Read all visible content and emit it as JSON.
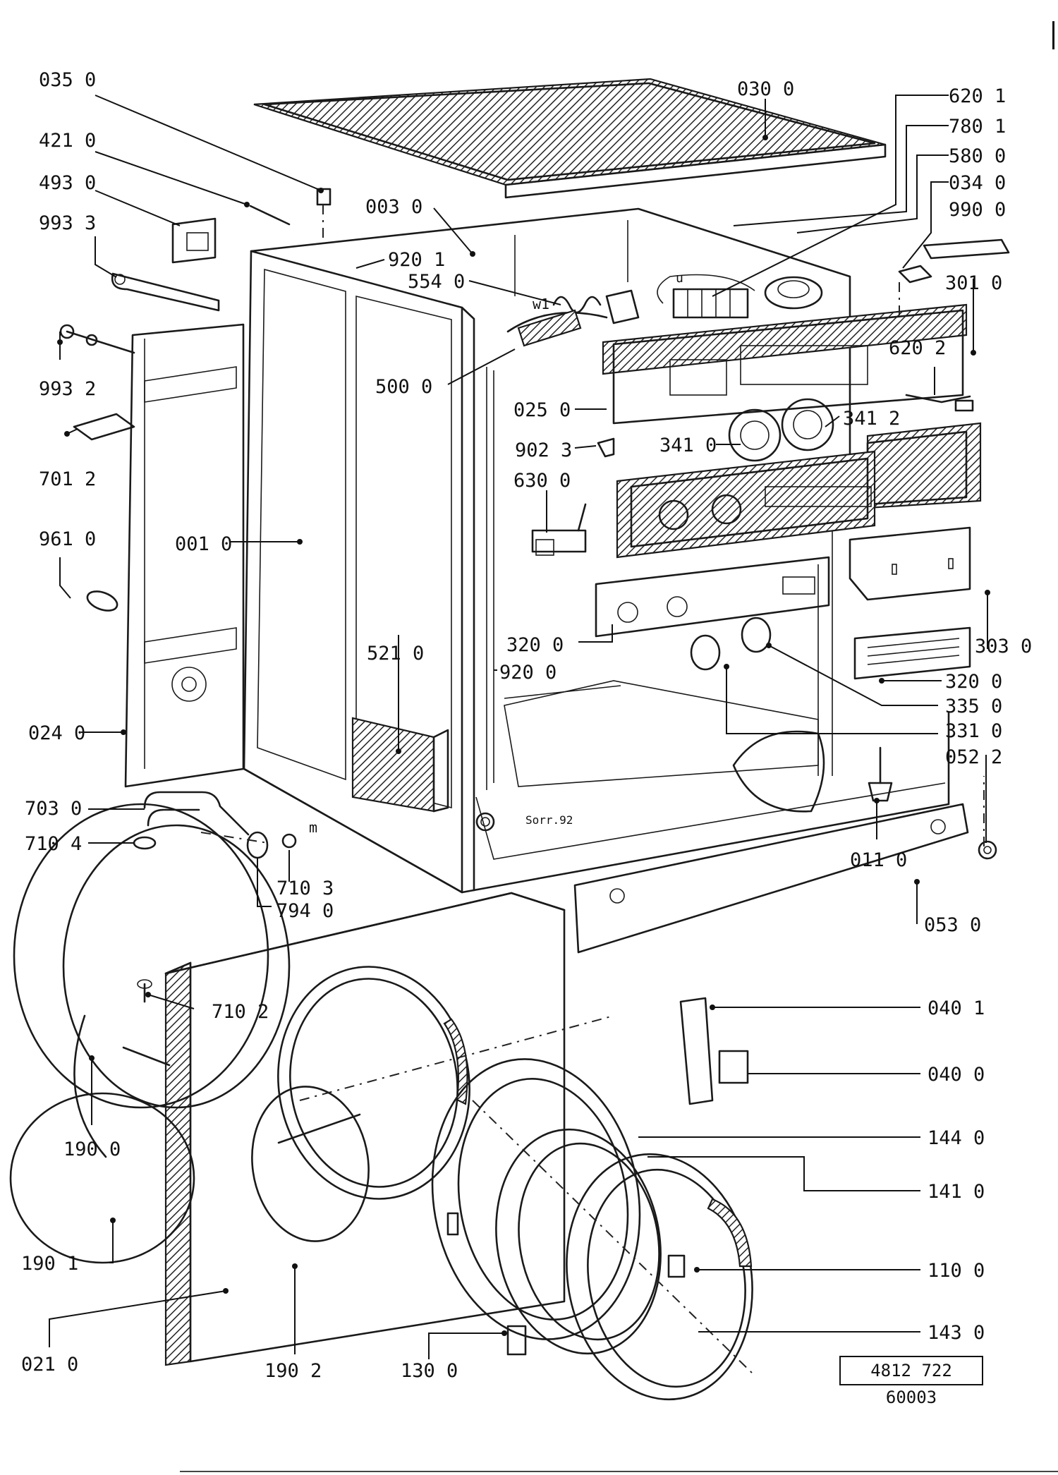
{
  "drawing_number": "4812 722 60003",
  "part_labels": {
    "p0350": "035 0",
    "p4210": "421 0",
    "p4930": "493 0",
    "p9933": "993 3",
    "p0300": "030 0",
    "p6201": "620 1",
    "p7801": "780 1",
    "p5800": "580 0",
    "p0340": "034 0",
    "p9900": "990 0",
    "p3010": "301 0",
    "p0030": "003 0",
    "p9201": "920 1",
    "p5540": "554 0",
    "p9932": "993 2",
    "p5000": "500 0",
    "p0250": "025 0",
    "p6202": "620 2",
    "p3412": "341 2",
    "p3410": "341 0",
    "p9023": "902 3",
    "p7012": "701 2",
    "p6300": "630 0",
    "p9610": "961 0",
    "p0010": "001 0",
    "p5210": "521 0",
    "p3200a": "320 0",
    "p9200": "920 0",
    "p3030": "303 0",
    "p3200b": "320 0",
    "p3350": "335 0",
    "p3310": "331 0",
    "p0240": "024 0",
    "p0522": "052 2",
    "p7030": "703 0",
    "p7104": "710 4",
    "p0110": "011 0",
    "p7103": "710 3",
    "p7940": "794 0",
    "p0530": "053 0",
    "p7102": "710 2",
    "p0401": "040 1",
    "p0400": "040 0",
    "p1900": "190 0",
    "p1440": "144 0",
    "p1410": "141 0",
    "p1901": "190 1",
    "p1100": "110 0",
    "p1430": "143 0",
    "p0210": "021 0",
    "p1902": "190 2",
    "p1300": "130 0"
  },
  "inline_marks": {
    "u": "u",
    "w1": "w1",
    "m": "m",
    "plate": "Sorr.92"
  }
}
